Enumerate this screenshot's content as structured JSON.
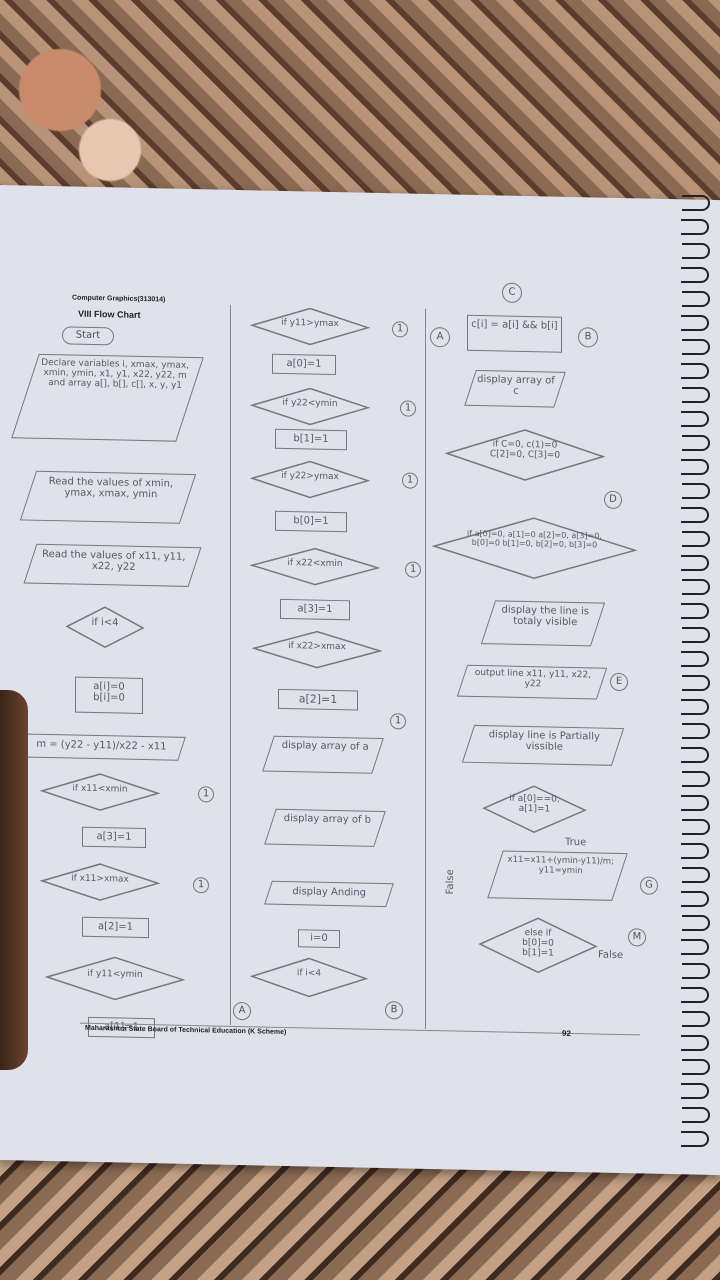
{
  "header": {
    "subject": "Computer Graphics(313014)",
    "section": "VIII  Flow Chart"
  },
  "footer": {
    "board": "Maharashtra State Board of Technical Education (K Scheme)",
    "page_number": "92"
  },
  "col1": {
    "start": "Start",
    "declare": "Declare variables i, xmax, ymax, xmin, ymin, x1, y1, x22, y22, m and array a[], b[], c[], x, y, y1",
    "read1": "Read the values of xmin, ymax, xmax, ymin",
    "read2": "Read the values of x11, y11, x22, y22",
    "if_i": "if i<4",
    "assign_ab": "a[i]=0 b[i]=0",
    "slope": "m = (y22 - y11)/x22 - x11",
    "if_x11_xmin": "if x11<xmin",
    "a3": "a[3]=1",
    "if_x11_xmax": "if x11>xmax",
    "a2": "a[2]=1",
    "if_y11_ymin": "if y11<ymin",
    "a1": "a[1]=1"
  },
  "col2": {
    "if_y11_ymax": "if y11>ymax",
    "a0": "a[0]=1",
    "if_y22_ymin": "if y22<ymin",
    "b1": "b[1]=1",
    "if_y22_ymax": "if y22>ymax",
    "b0": "b[0]=1",
    "if_x22_xmin": "if x22<xmin",
    "a3b": "a[3]=1",
    "if_x22_xmax": "if x22>xmax",
    "a2b": "a[2]=1",
    "display_a": "display array of a",
    "display_b": "display array of b",
    "display_anding": "display Anding",
    "i0": "i=0",
    "if_i4": "if i<4"
  },
  "col3": {
    "c_assign": "c[i] = a[i] && b[i]",
    "display_c": "display array of c",
    "if_c": "if C=0, c(1)=0 C[2]=0, C[3]=0",
    "if_all": "if a[0]=0, a[1]=0 a[2]=0, a[3]=0, b[0]=0 b[1]=0, b[2]=0, b[3]=0",
    "display_visible": "display the line is totaly visible",
    "output_line": "output line x11, y11, x22, y22",
    "display_partial": "display line is Partially vissible",
    "if_a0": "if a[0]==0, a[1]=1",
    "true_label": "True",
    "false_label": "False",
    "x11_calc": "x11=x11+(ymin-y11)/m; y11=ymin",
    "else_if": "else if b[0]=0 b[1]=1",
    "false_right": "False"
  },
  "connectors": {
    "one": "1",
    "A": "A",
    "B": "B",
    "C": "C",
    "D": "D",
    "E": "E",
    "G": "G",
    "M": "M"
  }
}
